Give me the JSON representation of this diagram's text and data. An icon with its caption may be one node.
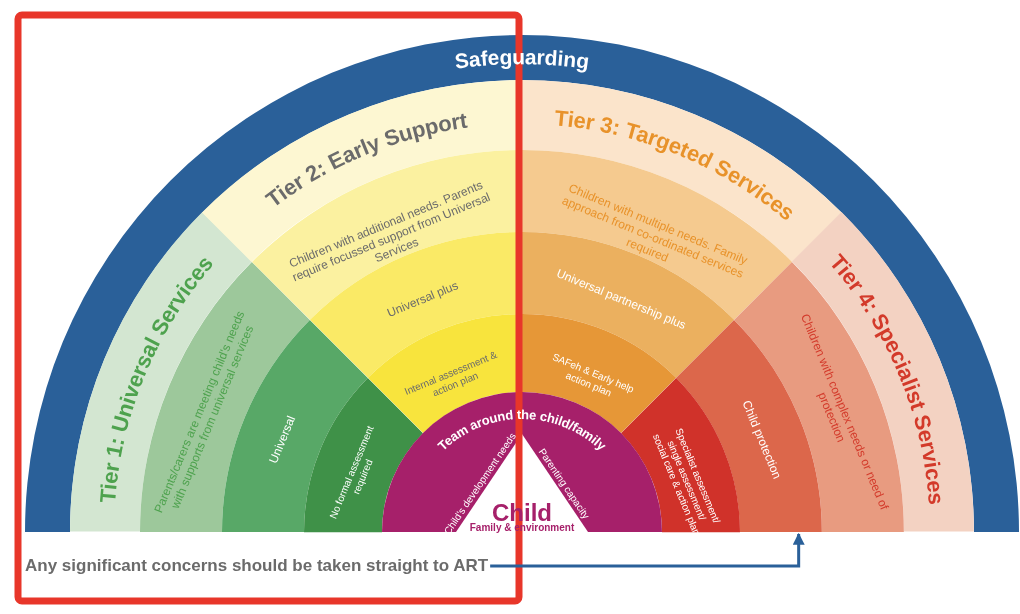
{
  "diagram": {
    "nodes": [
      {
        "text": [
          "Safeguarding"
        ]
      },
      {
        "text": [
          "Tier 1: Universal Services"
        ]
      },
      {
        "text": [
          "Tier 2: Early Support"
        ]
      },
      {
        "text": [
          "Tier 3: Targeted Services"
        ]
      },
      {
        "text": [
          "Tier 4: Specialist Services"
        ]
      },
      {
        "text": [
          "Parents/carers are meeting child's needs with supports from universal services"
        ]
      },
      {
        "text": [
          "Children with additional needs. Parents require focussed support from Universal Services"
        ]
      },
      {
        "text": [
          "Children with multiple needs. Family approach from co-ordinated services required"
        ]
      },
      {
        "text": [
          "Children with complex needs or need of protection"
        ]
      },
      {
        "text": [
          "Universal"
        ]
      },
      {
        "text": [
          "Universal plus"
        ]
      },
      {
        "text": [
          "Universal partnership plus"
        ]
      },
      {
        "text": [
          "Child protection"
        ]
      },
      {
        "text": [
          "No formal assessment required"
        ]
      },
      {
        "text": [
          "Internal assessment & action plan"
        ]
      },
      {
        "text": [
          "SAFeh & Early help action plan"
        ]
      },
      {
        "text": [
          "Specialist assessment/ single assessment/ social care & action plan"
        ]
      },
      {
        "text": [
          "Team around the child/family",
          "Child's development needs",
          "Parenting capacity",
          "Child",
          "Family & environment"
        ]
      },
      {
        "text": [
          "Any significant concerns should be taken straight to ART"
        ]
      }
    ],
    "edges": [
      {
        "from": 18,
        "to": 8,
        "arrow": "to"
      }
    ]
  }
}
